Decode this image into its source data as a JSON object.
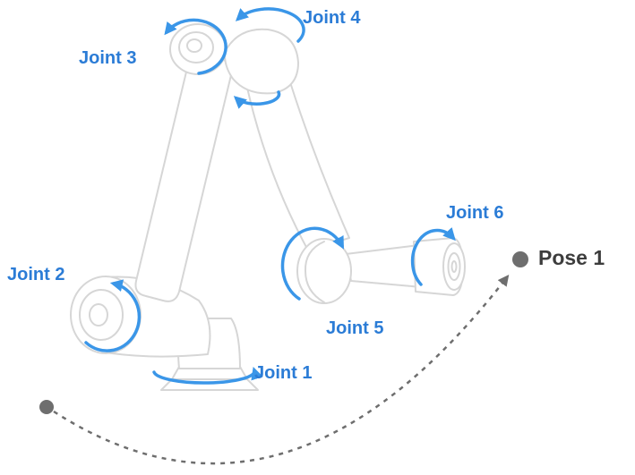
{
  "labels": {
    "joint1": "Joint 1",
    "joint2": "Joint 2",
    "joint3": "Joint 3",
    "joint4": "Joint 4",
    "joint5": "Joint 5",
    "joint6": "Joint 6",
    "pose1": "Pose 1"
  },
  "colors": {
    "joint_label": "#2b7cd6",
    "pose_label": "#3d3d3d",
    "rotation_arrow": "#3a96e8",
    "robot_outline": "#d6d6d6",
    "motion_path": "#6e6e6e",
    "background": "#ffffff"
  }
}
